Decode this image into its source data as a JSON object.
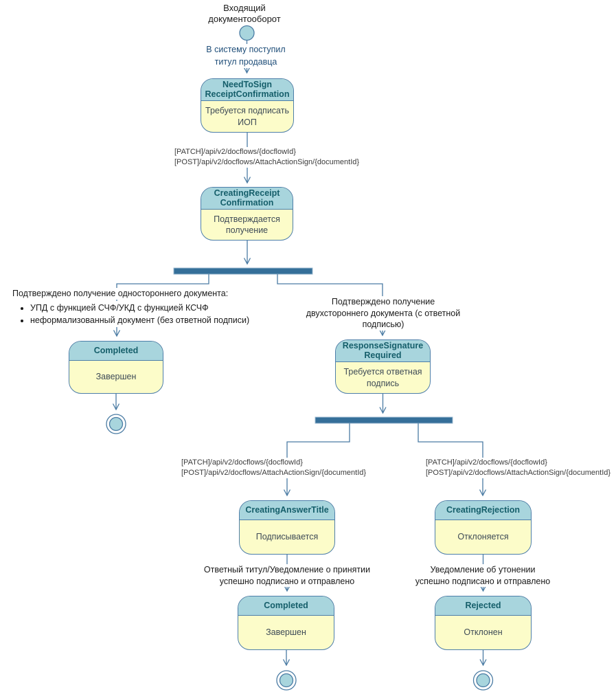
{
  "colors": {
    "line": "#4a7ba3",
    "bar": "#356f99",
    "bar-edge": "#9cbad0",
    "state-border": "#4d7ea9",
    "state-header-bg": "#a8d5dd",
    "state-header-text": "#155e6a",
    "state-body-bg": "#fcfcc9",
    "state-body-text": "#3d4a56",
    "node-fill": "#a8d5dd",
    "label": "#1a1a1a",
    "label-blue": "#1f4e79",
    "label-api": "#3b3b3b"
  },
  "diagram": {
    "title": "Входящий\nдокументооборот",
    "edge_labels": {
      "start": "В систему поступил\nтитул продавца",
      "api_sign_receipt": "[PATCH]/api/v2/docflows/{docflowId}\n[POST]/api/v2/docflows/AttachActionSign/{documentId}",
      "branch_left_heading": "Подтверждено получение одностороннего документа:",
      "branch_left_bullets": [
        "УПД с функцией СЧФ/УКД с функцией КСЧФ",
        "неформализованный документ (без ответной подписи)"
      ],
      "branch_right": "Подтверждено получение\nдвухстороннего документа (с ответной подписью)",
      "api_answer_title": "[PATCH]/api/v2/docflows/{docflowId}\n[POST]/api/v2/docflows/AttachActionSign/{documentId}",
      "api_rejection": "[PATCH]/api/v2/docflows/{docflowId}\n[POST]/api/v2/docflows/AttachActionSign/{documentId}",
      "answer_sent": "Ответный титул/Уведомление о принятии\nуспешно подписано и отправлено",
      "rejection_sent": "Уведомление об утонении\nуспешно подписано и отправлено"
    },
    "states": {
      "need_to_sign": {
        "name": "NeedToSign\nReceiptConfirmation",
        "description": "Требуется подписать\nИОП"
      },
      "creating_receipt": {
        "name": "CreatingReceipt\nConfirmation",
        "description": "Подтверждается\nполучение"
      },
      "completed_left": {
        "name": "Completed",
        "description": "Завершен"
      },
      "response_signature_required": {
        "name": "ResponseSignature\nRequired",
        "description": "Требуется ответная\nподпись"
      },
      "creating_answer_title": {
        "name": "CreatingAnswerTitle",
        "description": "Подписывается"
      },
      "creating_rejection": {
        "name": "CreatingRejection",
        "description": "Отклоняется"
      },
      "completed_right": {
        "name": "Completed",
        "description": "Завершен"
      },
      "rejected": {
        "name": "Rejected",
        "description": "Отклонен"
      }
    }
  }
}
